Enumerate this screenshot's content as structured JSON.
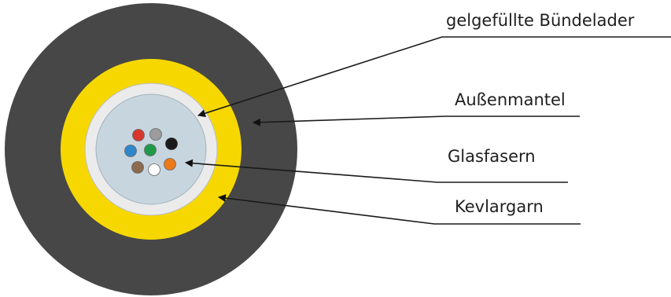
{
  "labels": {
    "buffer_tube": "gelgefüllte Bündelader",
    "outer_jacket": "Außenmantel",
    "glass_fibers": "Glasfasern",
    "kevlar_yarn": "Kevlargarn"
  },
  "colors": {
    "outer_jacket": "#474747",
    "kevlar_ring": "#f6d800",
    "tube_wall": "#ebebeb",
    "gel_core": "#c7d5de",
    "fibers": [
      "#d7372b",
      "#9c9c9c",
      "#1a1a1a",
      "#2f87cb",
      "#1f9a4a",
      "#8c6a4f",
      "#ffffff",
      "#ec7a18"
    ]
  }
}
